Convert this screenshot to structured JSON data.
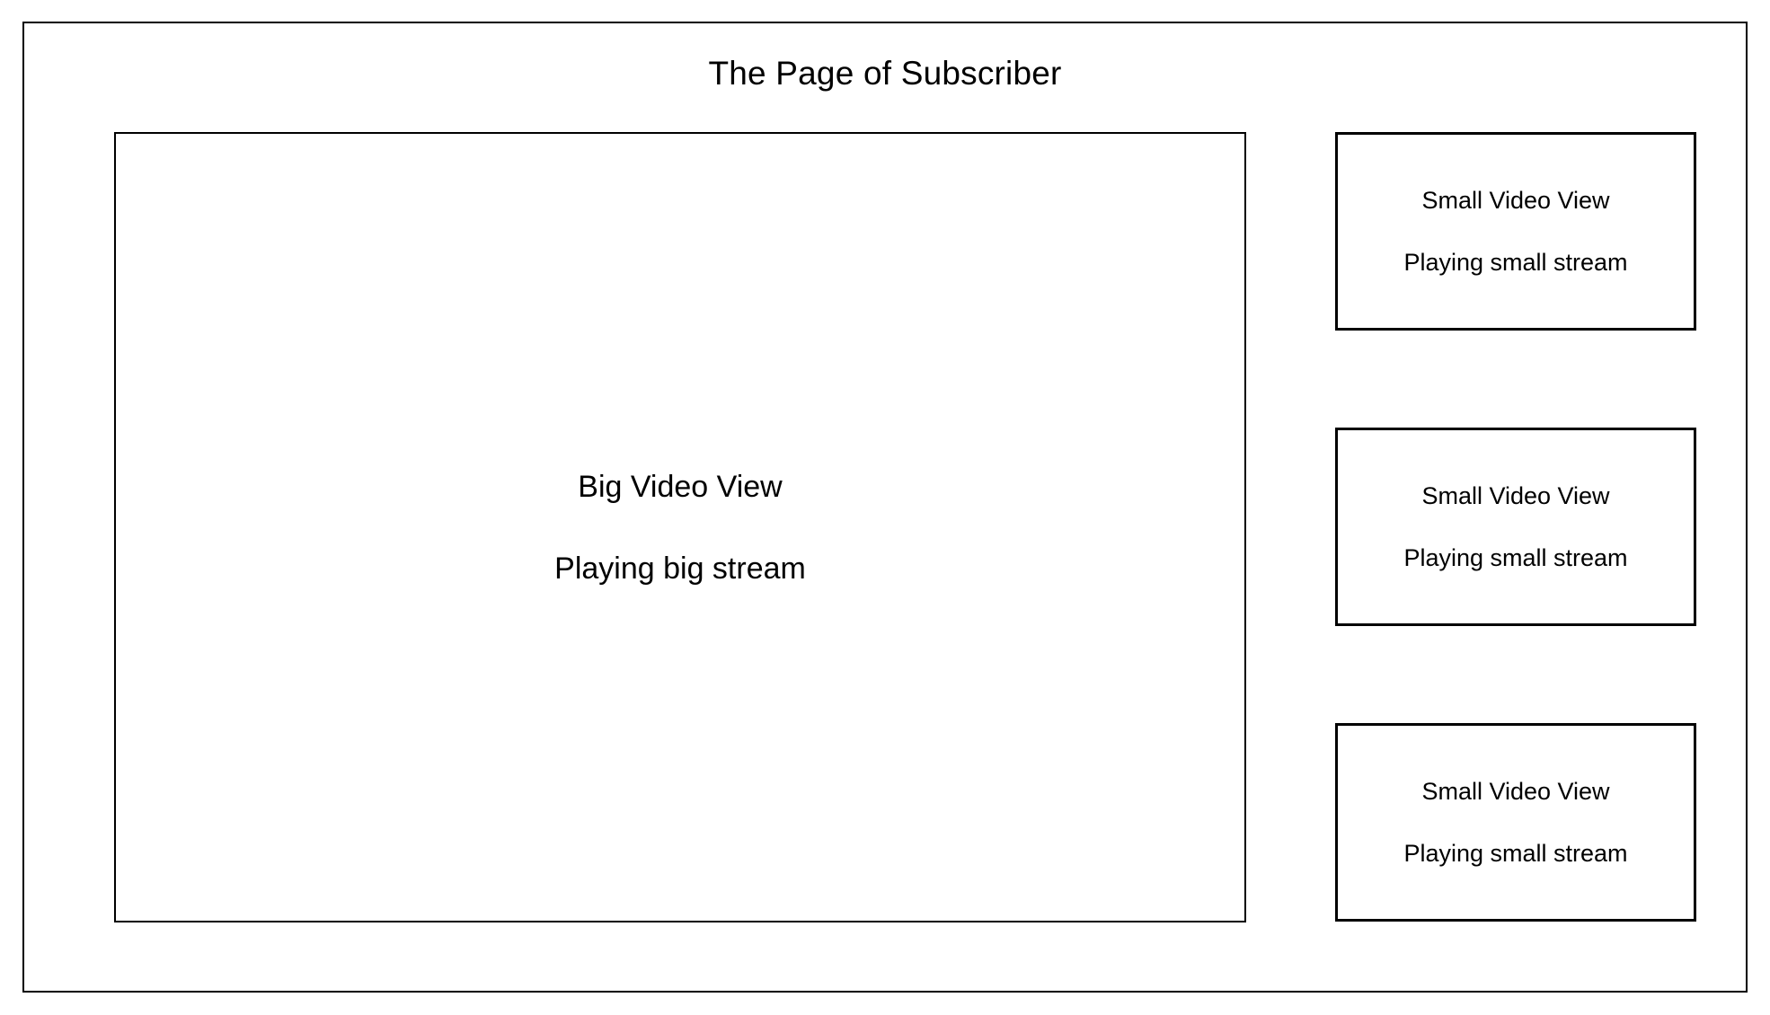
{
  "page": {
    "title": "The Page of Subscriber",
    "background_color": "#ffffff",
    "border_color": "#000000"
  },
  "big_video": {
    "name": "big-video-view",
    "title": "Big Video View",
    "status": "Playing big stream"
  },
  "small_videos": [
    {
      "name": "small-video-view-1",
      "title": "Small Video View",
      "status": "Playing small stream"
    },
    {
      "name": "small-video-view-2",
      "title": "Small Video View",
      "status": "Playing small stream"
    },
    {
      "name": "small-video-view-3",
      "title": "Small Video View",
      "status": "Playing small stream"
    }
  ]
}
